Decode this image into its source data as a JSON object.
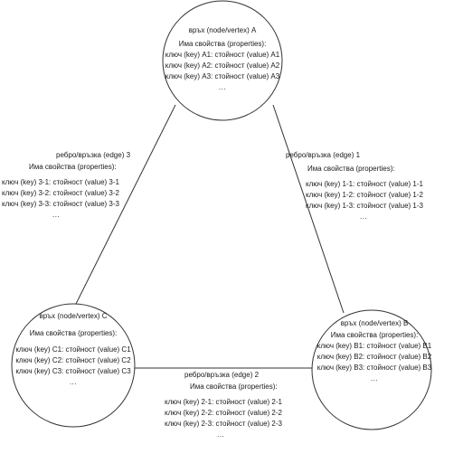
{
  "graph": {
    "node_a": {
      "title": "връх (node/vertex) A",
      "props_heading": "Има свойства (properties):",
      "props": [
        "ключ (key) A1: стойност (value) A1",
        "ключ (key) A2: стойност (value) A2",
        "ключ (key) A3: стойност (value) A3"
      ],
      "more": "..."
    },
    "node_b": {
      "title": "връх (node/vertex) B",
      "props_heading": "Има свойства (properties):",
      "props": [
        "ключ (key) B1: стойност (value) B1",
        "ключ (key) B2: стойност (value) B2",
        "ключ (key) B3: стойност (value) B3"
      ],
      "more": "..."
    },
    "node_c": {
      "title": "връх (node/vertex) C",
      "props_heading": "Има свойства (properties):",
      "props": [
        "ключ (key) C1: стойност (value) C1",
        "ключ (key) C2: стойност (value) C2",
        "ключ (key) C3: стойност (value) C3"
      ],
      "more": "..."
    },
    "edge_1": {
      "title": "ребро/връзка (edge) 1",
      "props_heading": "Има свойства (properties):",
      "props": [
        "ключ (key) 1-1: стойност (value) 1-1",
        "ключ (key) 1-2: стойност (value) 1-2",
        "ключ (key) 1-3: стойност (value) 1-3"
      ],
      "more": "..."
    },
    "edge_2": {
      "title": "ребро/връзка (edge) 2",
      "props_heading": "Има свойства (properties):",
      "props": [
        "ключ (key) 2-1: стойност (value) 2-1",
        "ключ (key) 2-2: стойност (value) 2-2",
        "ключ (key) 2-3: стойност (value) 2-3"
      ],
      "more": "..."
    },
    "edge_3": {
      "title": "ребро/връзка (edge) 3",
      "props_heading": "Има свойства (properties):",
      "props": [
        "ключ (key) 3-1: стойност (value) 3-1",
        "ключ (key) 3-2: стойност (value) 3-2",
        "ключ (key) 3-3: стойност (value) 3-3"
      ],
      "more": "..."
    }
  }
}
